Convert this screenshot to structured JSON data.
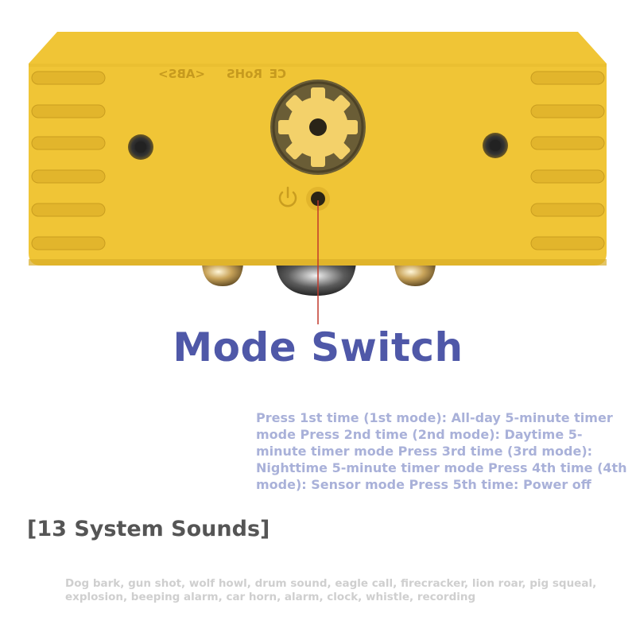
{
  "product": {
    "mold_marks": {
      "abs": "<ABS>",
      "rohs": "RoHS",
      "ce": "CE"
    },
    "colors": {
      "body": "#f0c536",
      "body_shadow": "#e3b52c",
      "knob_ring": "#6a5d36",
      "annotation_line": "#c0392b",
      "title": "#4f58a8"
    }
  },
  "title": "Mode Switch",
  "mode_description": "Press 1st time (1st mode): All-day 5-minute timer mode Press 2nd time (2nd mode): Daytime 5-minute timer mode Press 3rd time (3rd mode): Nighttime 5-minute timer mode Press 4th time (4th mode): Sensor mode Press 5th time: Power off",
  "sounds": {
    "heading": "[13 System Sounds]",
    "list": "Dog bark, gun shot, wolf howl, drum sound, eagle call, firecracker, lion roar, pig squeal, explosion, beeping alarm, car horn, alarm, clock, whistle, recording"
  }
}
